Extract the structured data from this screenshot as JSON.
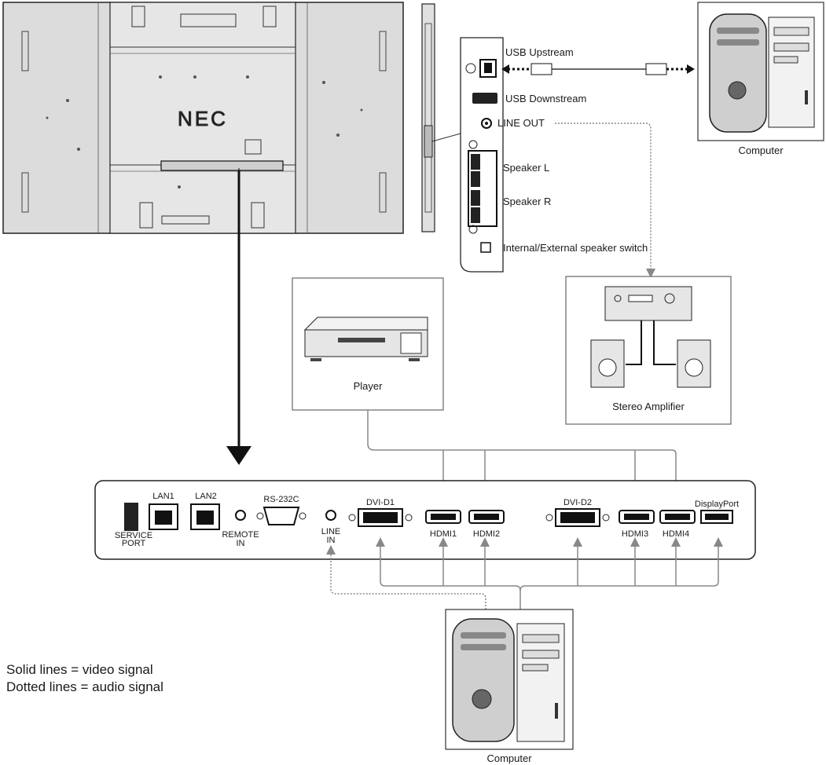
{
  "side_panel": {
    "usb_upstream": "USB Upstream",
    "usb_downstream": "USB Downstream",
    "line_out": "LINE OUT",
    "speaker_l": "Speaker L",
    "speaker_r": "Speaker R",
    "speaker_switch": "Internal/External speaker switch"
  },
  "devices": {
    "computer_top": "Computer",
    "player": "Player",
    "stereo_amplifier": "Stereo Amplifier",
    "computer_bottom": "Computer"
  },
  "brand": "NEC",
  "rear_panel": {
    "lan1": "LAN1",
    "lan2": "LAN2",
    "rs232c": "RS-232C",
    "dvi_d1": "DVI-D1",
    "dvi_d2": "DVI-D2",
    "displayport": "DisplayPort",
    "service_port_1": "SERVICE",
    "service_port_2": "PORT",
    "remote_in_1": "REMOTE",
    "remote_in_2": "IN",
    "line_in_1": "LINE",
    "line_in_2": "IN",
    "hdmi1": "HDMI1",
    "hdmi2": "HDMI2",
    "hdmi3": "HDMI3",
    "hdmi4": "HDMI4"
  },
  "legend": {
    "solid": "Solid lines = video signal",
    "dotted": "Dotted lines = audio signal"
  }
}
